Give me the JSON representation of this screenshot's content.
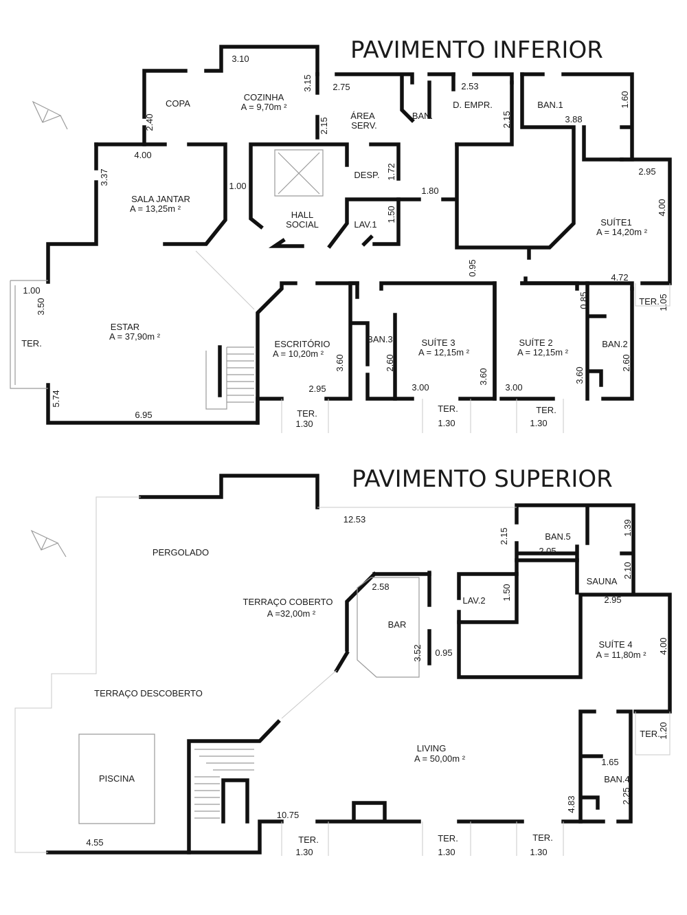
{
  "titles": {
    "lower": "PAVIMENTO INFERIOR",
    "upper": "PAVIMENTO SUPERIOR"
  },
  "lower_rooms": [
    {
      "id": "copa",
      "name": "COPA",
      "area": ""
    },
    {
      "id": "cozinha",
      "name": "COZINHA",
      "area": "A = 9,70m ²"
    },
    {
      "id": "area_serv",
      "name": "ÁREA",
      "area": "SERV."
    },
    {
      "id": "ban",
      "name": "BAN.",
      "area": ""
    },
    {
      "id": "d_empr",
      "name": "D. EMPR.",
      "area": ""
    },
    {
      "id": "ban1",
      "name": "BAN.1",
      "area": ""
    },
    {
      "id": "sala_jantar",
      "name": "SALA JANTAR",
      "area": "A = 13,25m ²"
    },
    {
      "id": "desp",
      "name": "DESP.",
      "area": ""
    },
    {
      "id": "hall",
      "name": "HALL",
      "area": "SOCIAL"
    },
    {
      "id": "lav1",
      "name": "LAV.1",
      "area": ""
    },
    {
      "id": "suite1",
      "name": "SUÍTE1",
      "area": "A = 14,20m ²"
    },
    {
      "id": "estar",
      "name": "ESTAR",
      "area": "A = 37,90m ²"
    },
    {
      "id": "escritorio",
      "name": "ESCRITÓRIO",
      "area": "A = 10,20m ²"
    },
    {
      "id": "ban3",
      "name": "BAN.3",
      "area": ""
    },
    {
      "id": "suite3",
      "name": "SUÍTE 3",
      "area": "A = 12,15m ²"
    },
    {
      "id": "suite2",
      "name": "SUÍTE 2",
      "area": "A = 12,15m ²"
    },
    {
      "id": "ban2",
      "name": "BAN.2",
      "area": ""
    },
    {
      "id": "ter_left",
      "name": "TER.",
      "area": ""
    },
    {
      "id": "ter_right",
      "name": "TER.",
      "area": ""
    }
  ],
  "lower_dims": [
    "3.10",
    "3.15",
    "2.75",
    "2.53",
    "1.60",
    "2.40",
    "2.15",
    "2.15",
    "3.88",
    "4.00",
    "3.37",
    "1.72",
    "1.00",
    "1.80",
    "2.95",
    "1.50",
    "4.00",
    "1.00",
    "3.50",
    "0.95",
    "4.72",
    "0.85",
    "1.05",
    "3.60",
    "2.60",
    "3.60",
    "3.60",
    "2.60",
    "2.95",
    "3.00",
    "3.00",
    "5.74",
    "6.95"
  ],
  "lower_ters": [
    {
      "label": "TER.",
      "size": "1.30"
    },
    {
      "label": "TER.",
      "size": "1.30"
    },
    {
      "label": "TER.",
      "size": "1.30"
    }
  ],
  "upper_rooms": [
    {
      "id": "pergolado",
      "name": "PERGOLADO",
      "area": ""
    },
    {
      "id": "terraco_coberto",
      "name": "TERRAÇO COBERTO",
      "area": "A =32,00m ²"
    },
    {
      "id": "bar",
      "name": "BAR",
      "area": ""
    },
    {
      "id": "lav2",
      "name": "LAV.2",
      "area": ""
    },
    {
      "id": "ban5",
      "name": "BAN.5",
      "area": ""
    },
    {
      "id": "sauna",
      "name": "SAUNA",
      "area": ""
    },
    {
      "id": "suite4",
      "name": "SUÍTE 4",
      "area": "A = 11,80m ²"
    },
    {
      "id": "terraco_descoberto",
      "name": "TERRAÇO DESCOBERTO",
      "area": ""
    },
    {
      "id": "piscina",
      "name": "PISCINA",
      "area": ""
    },
    {
      "id": "living",
      "name": "LIVING",
      "area": "A = 50,00m ²"
    },
    {
      "id": "ban4",
      "name": "BAN.4",
      "area": ""
    },
    {
      "id": "ter_up_right",
      "name": "TER.",
      "area": ""
    }
  ],
  "upper_dims": [
    "12.53",
    "2.15",
    "1.39",
    "2.05",
    "2.10",
    "2.58",
    "1.50",
    "2.95",
    "3.52",
    "0.95",
    "4.00",
    "1.20",
    "1.65",
    "2.25",
    "4.83",
    "10.75",
    "4.55"
  ],
  "upper_ters": [
    {
      "label": "TER.",
      "size": "1.30"
    },
    {
      "label": "TER.",
      "size": "1.30"
    },
    {
      "label": "TER.",
      "size": "1.30"
    }
  ]
}
